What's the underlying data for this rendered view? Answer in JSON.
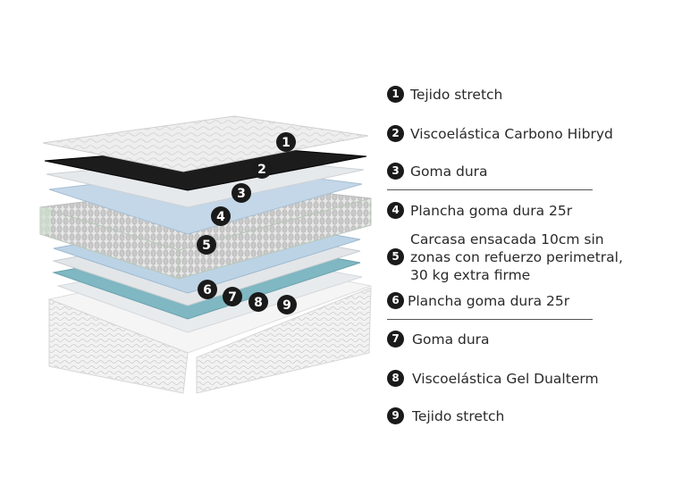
{
  "layers": [
    {
      "number": "1",
      "label": "Tejido stretch"
    },
    {
      "number": "2",
      "label": "Viscoelástica Carbono Hibryd"
    },
    {
      "number": "3",
      "label": "Goma dura"
    },
    {
      "number": "4",
      "label": "Plancha goma dura 25r"
    },
    {
      "number": "5",
      "label": "Carcasa ensacada 10cm sin\nzonas con refuerzo perimetral,\n30 kg extra firme"
    },
    {
      "number": "6",
      "label": "Plancha goma dura 25r"
    },
    {
      "number": "7",
      "label": "Goma dura"
    },
    {
      "number": "8",
      "label": "Viscoelástica Gel Dualterm"
    },
    {
      "number": "9",
      "label": "Tejido stretch"
    }
  ],
  "colors": {
    "fabric": "#ececec",
    "carbon": "#1c1c1c",
    "foam": "#e4e8eb",
    "blue_foam": "#bcd3e6",
    "gel": "#7fb7c2",
    "springs": "#d9d9d9",
    "marker": "#1a1a1a"
  }
}
